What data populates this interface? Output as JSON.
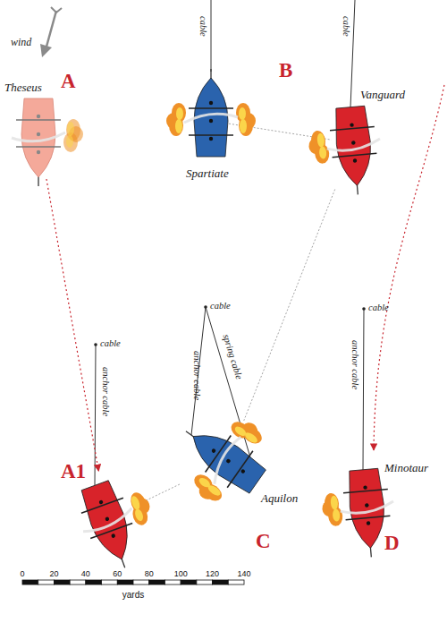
{
  "diagram": {
    "nodes": [
      {
        "text": [
          "Theseus"
        ]
      },
      {
        "text": [
          "Spartiate"
        ]
      },
      {
        "text": [
          "Vanguard"
        ]
      },
      {
        "text": [
          "Aquilon"
        ]
      },
      {
        "text": [
          "A1"
        ]
      },
      {
        "text": [
          "Minotaur"
        ]
      }
    ],
    "edges": [
      {
        "from": 1,
        "to": 2,
        "arrow": "none"
      },
      {
        "from": 2,
        "to": 3,
        "arrow": "none"
      },
      {
        "from": 4,
        "to": 3,
        "arrow": "none"
      },
      {
        "from": 0,
        "to": 4,
        "arrow": "to"
      }
    ],
    "labels": [
      "wind",
      "A",
      "cable",
      "B",
      "cable",
      "cable",
      "spring cable",
      "anchor cable",
      "cable",
      "anchor cable",
      "cable",
      "anchor cable",
      "C",
      "D",
      "0",
      "20",
      "40",
      "60",
      "80",
      "100",
      "120",
      "140",
      "yards"
    ]
  }
}
